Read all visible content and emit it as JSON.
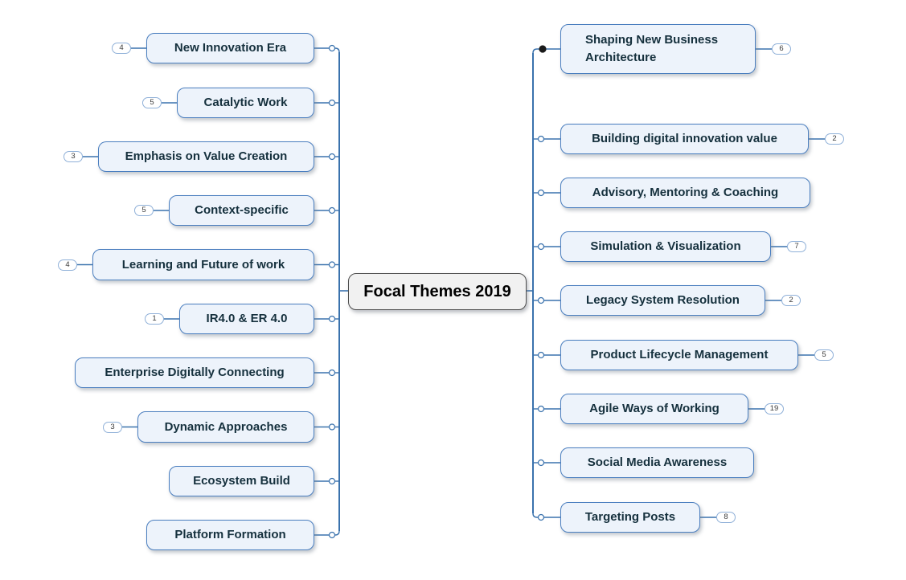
{
  "center": {
    "label": "Focal Themes 2019"
  },
  "left_branches": [
    {
      "label": "New Innovation Era",
      "badge": "4"
    },
    {
      "label": "Catalytic Work",
      "badge": "5"
    },
    {
      "label": "Emphasis on Value Creation",
      "badge": "3"
    },
    {
      "label": "Context-specific",
      "badge": "5"
    },
    {
      "label": "Learning and Future of work",
      "badge": "4"
    },
    {
      "label": "IR4.0 & ER 4.0",
      "badge": "1"
    },
    {
      "label": "Enterprise Digitally Connecting",
      "badge": null
    },
    {
      "label": "Dynamic Approaches",
      "badge": "3"
    },
    {
      "label": "Ecosystem Build",
      "badge": null
    },
    {
      "label": "Platform Formation",
      "badge": null
    }
  ],
  "right_branches": [
    {
      "label": "Shaping New Business Architecture",
      "badge": "6",
      "connector": "filled-dot"
    },
    {
      "label": "Building digital innovation value",
      "badge": "2",
      "connector": "open-circle"
    },
    {
      "label": "Advisory, Mentoring & Coaching",
      "badge": null,
      "connector": "open-circle"
    },
    {
      "label": "Simulation & Visualization",
      "badge": "7",
      "connector": "open-circle"
    },
    {
      "label": "Legacy System Resolution",
      "badge": "2",
      "connector": "open-circle"
    },
    {
      "label": "Product Lifecycle Management",
      "badge": "5",
      "connector": "open-circle"
    },
    {
      "label": "Agile Ways of Working",
      "badge": "19",
      "connector": "open-circle"
    },
    {
      "label": "Social Media Awareness",
      "badge": null,
      "connector": "open-circle"
    },
    {
      "label": "Targeting Posts",
      "badge": "8",
      "connector": "open-circle"
    }
  ],
  "colors": {
    "node_fill": "#edf3fb",
    "node_border": "#4a7ebf",
    "node_text": "#15303d",
    "center_fill": "#f1f1f1",
    "center_border": "#4e4e4e",
    "line": "#3a72ad",
    "filled_dot": "#1a1a1a",
    "badge_border": "#8fb0d8",
    "badge_text": "#3c3c3c",
    "background": "#ffffff"
  }
}
